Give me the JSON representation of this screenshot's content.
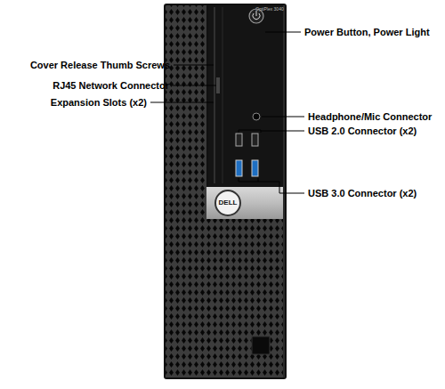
{
  "diagram": {
    "labels": [
      "OptiPlex 3040",
      "Power Button, Power Light",
      "Cover Release Thumb Screws",
      "RJ45 Network Connector",
      "Expansion Slots (x2)",
      "Headphone/Mic Connector",
      "USB 2.0 Connector (x2)",
      "USB 3.0 Connector (x2)",
      "DELL"
    ]
  }
}
